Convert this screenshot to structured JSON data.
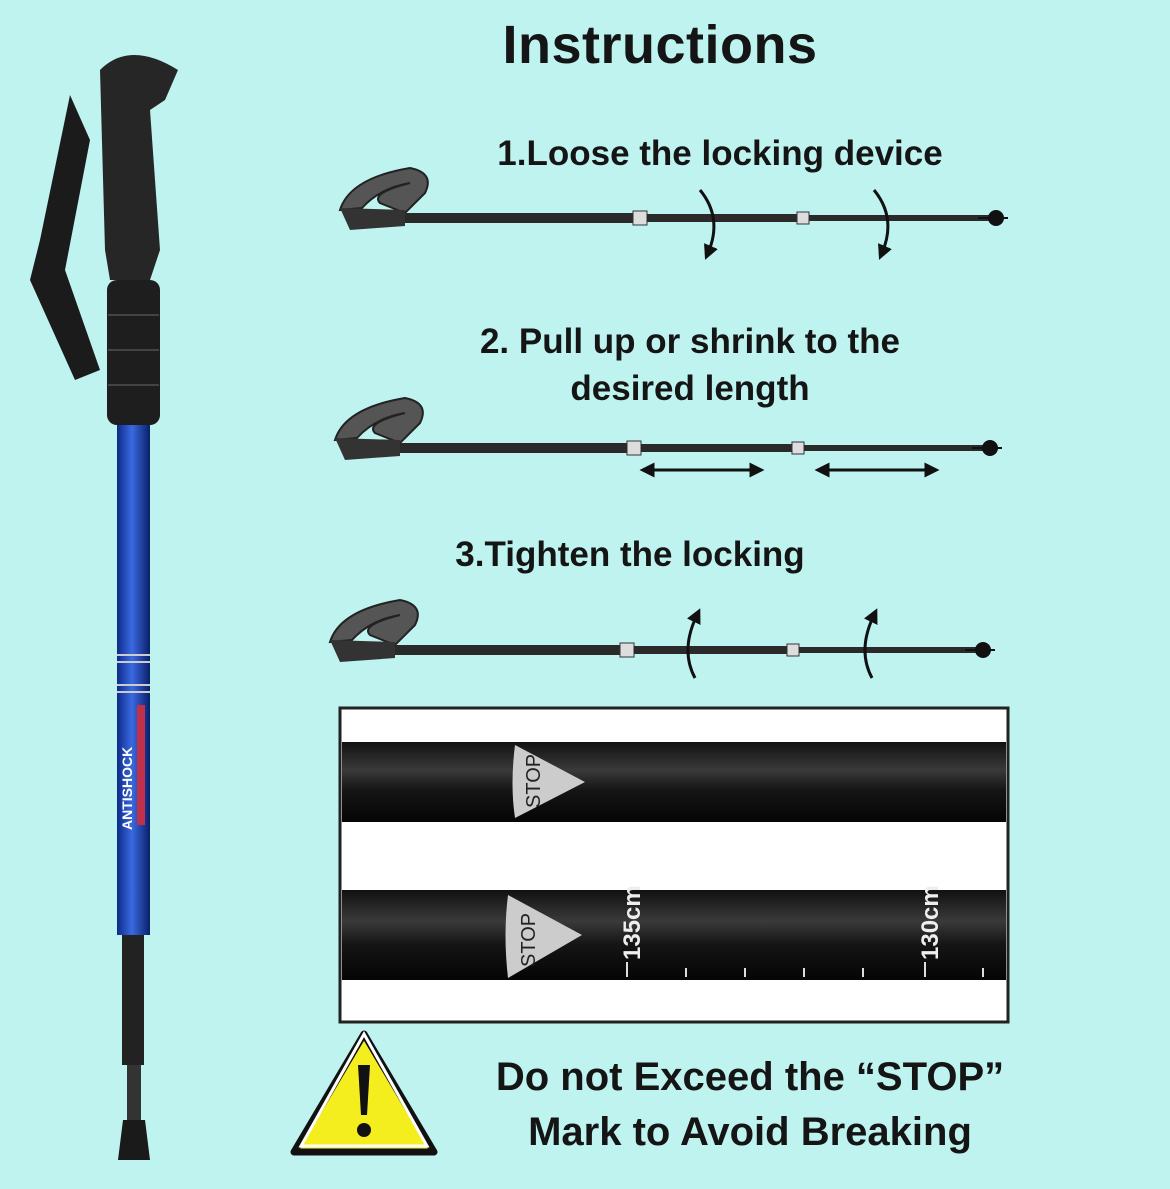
{
  "title": "Instructions",
  "steps": [
    {
      "label": "1.Loose the locking device"
    },
    {
      "label_line1": "2. Pull up or shrink to the",
      "label_line2": "desired length"
    },
    {
      "label": "3.Tighten the locking"
    }
  ],
  "photo": {
    "stop_mark_1": "STOP",
    "stop_mark_2": "STOP",
    "scale_135": "135cm",
    "scale_130": "130cm"
  },
  "pole_branding": "ANTISHOCK",
  "warning": {
    "line1": "Do not Exceed the “STOP”",
    "line2": "Mark to Avoid Breaking",
    "icon": "warning-triangle-icon"
  },
  "colors": {
    "background": "#bef3ef",
    "pole_blue": "#1a3fa8",
    "warning_yellow": "#f5ee1e"
  }
}
